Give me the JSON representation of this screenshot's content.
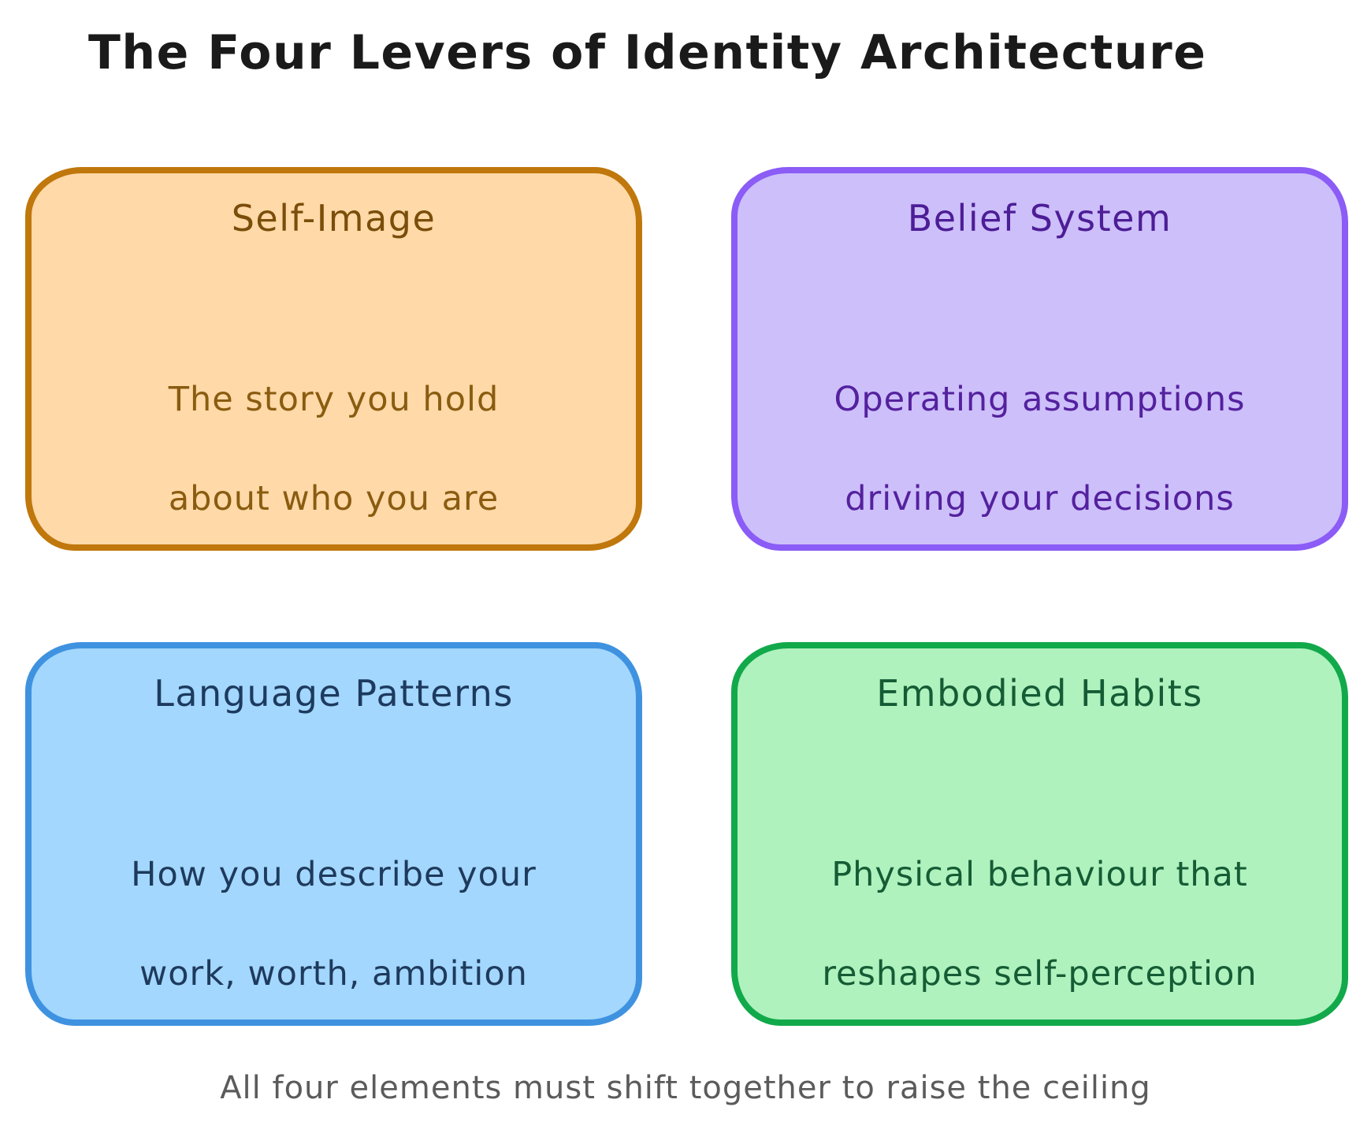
{
  "title": "The Four Levers of Identity Architecture",
  "title_color": "#1a1a1a",
  "caption": "All four elements must shift together to raise the ceiling",
  "caption_color": "#5b5b5b",
  "cards": [
    {
      "title": "Self-Image",
      "line1": "The story you hold",
      "line2": "about who you are",
      "colors": {
        "fill": "#ffd9a8",
        "border": "#c0770c",
        "title": "#7a4e0a",
        "text": "#8a5c10"
      }
    },
    {
      "title": "Belief System",
      "line1": "Operating assumptions",
      "line2": "driving your decisions",
      "colors": {
        "fill": "#cdbffa",
        "border": "#8b5cf6",
        "title": "#4d1d96",
        "text": "#54219e"
      }
    },
    {
      "title": "Language Patterns",
      "line1": "How you describe your",
      "line2": "work, worth, ambition",
      "colors": {
        "fill": "#a3d7fd",
        "border": "#3f92e0",
        "title": "#1d3a5f",
        "text": "#1e3a5c"
      }
    },
    {
      "title": "Embodied Habits",
      "line1": "Physical behaviour that",
      "line2": "reshapes self-perception",
      "colors": {
        "fill": "#aff2be",
        "border": "#12a94b",
        "title": "#155c35",
        "text": "#155c35"
      }
    }
  ]
}
